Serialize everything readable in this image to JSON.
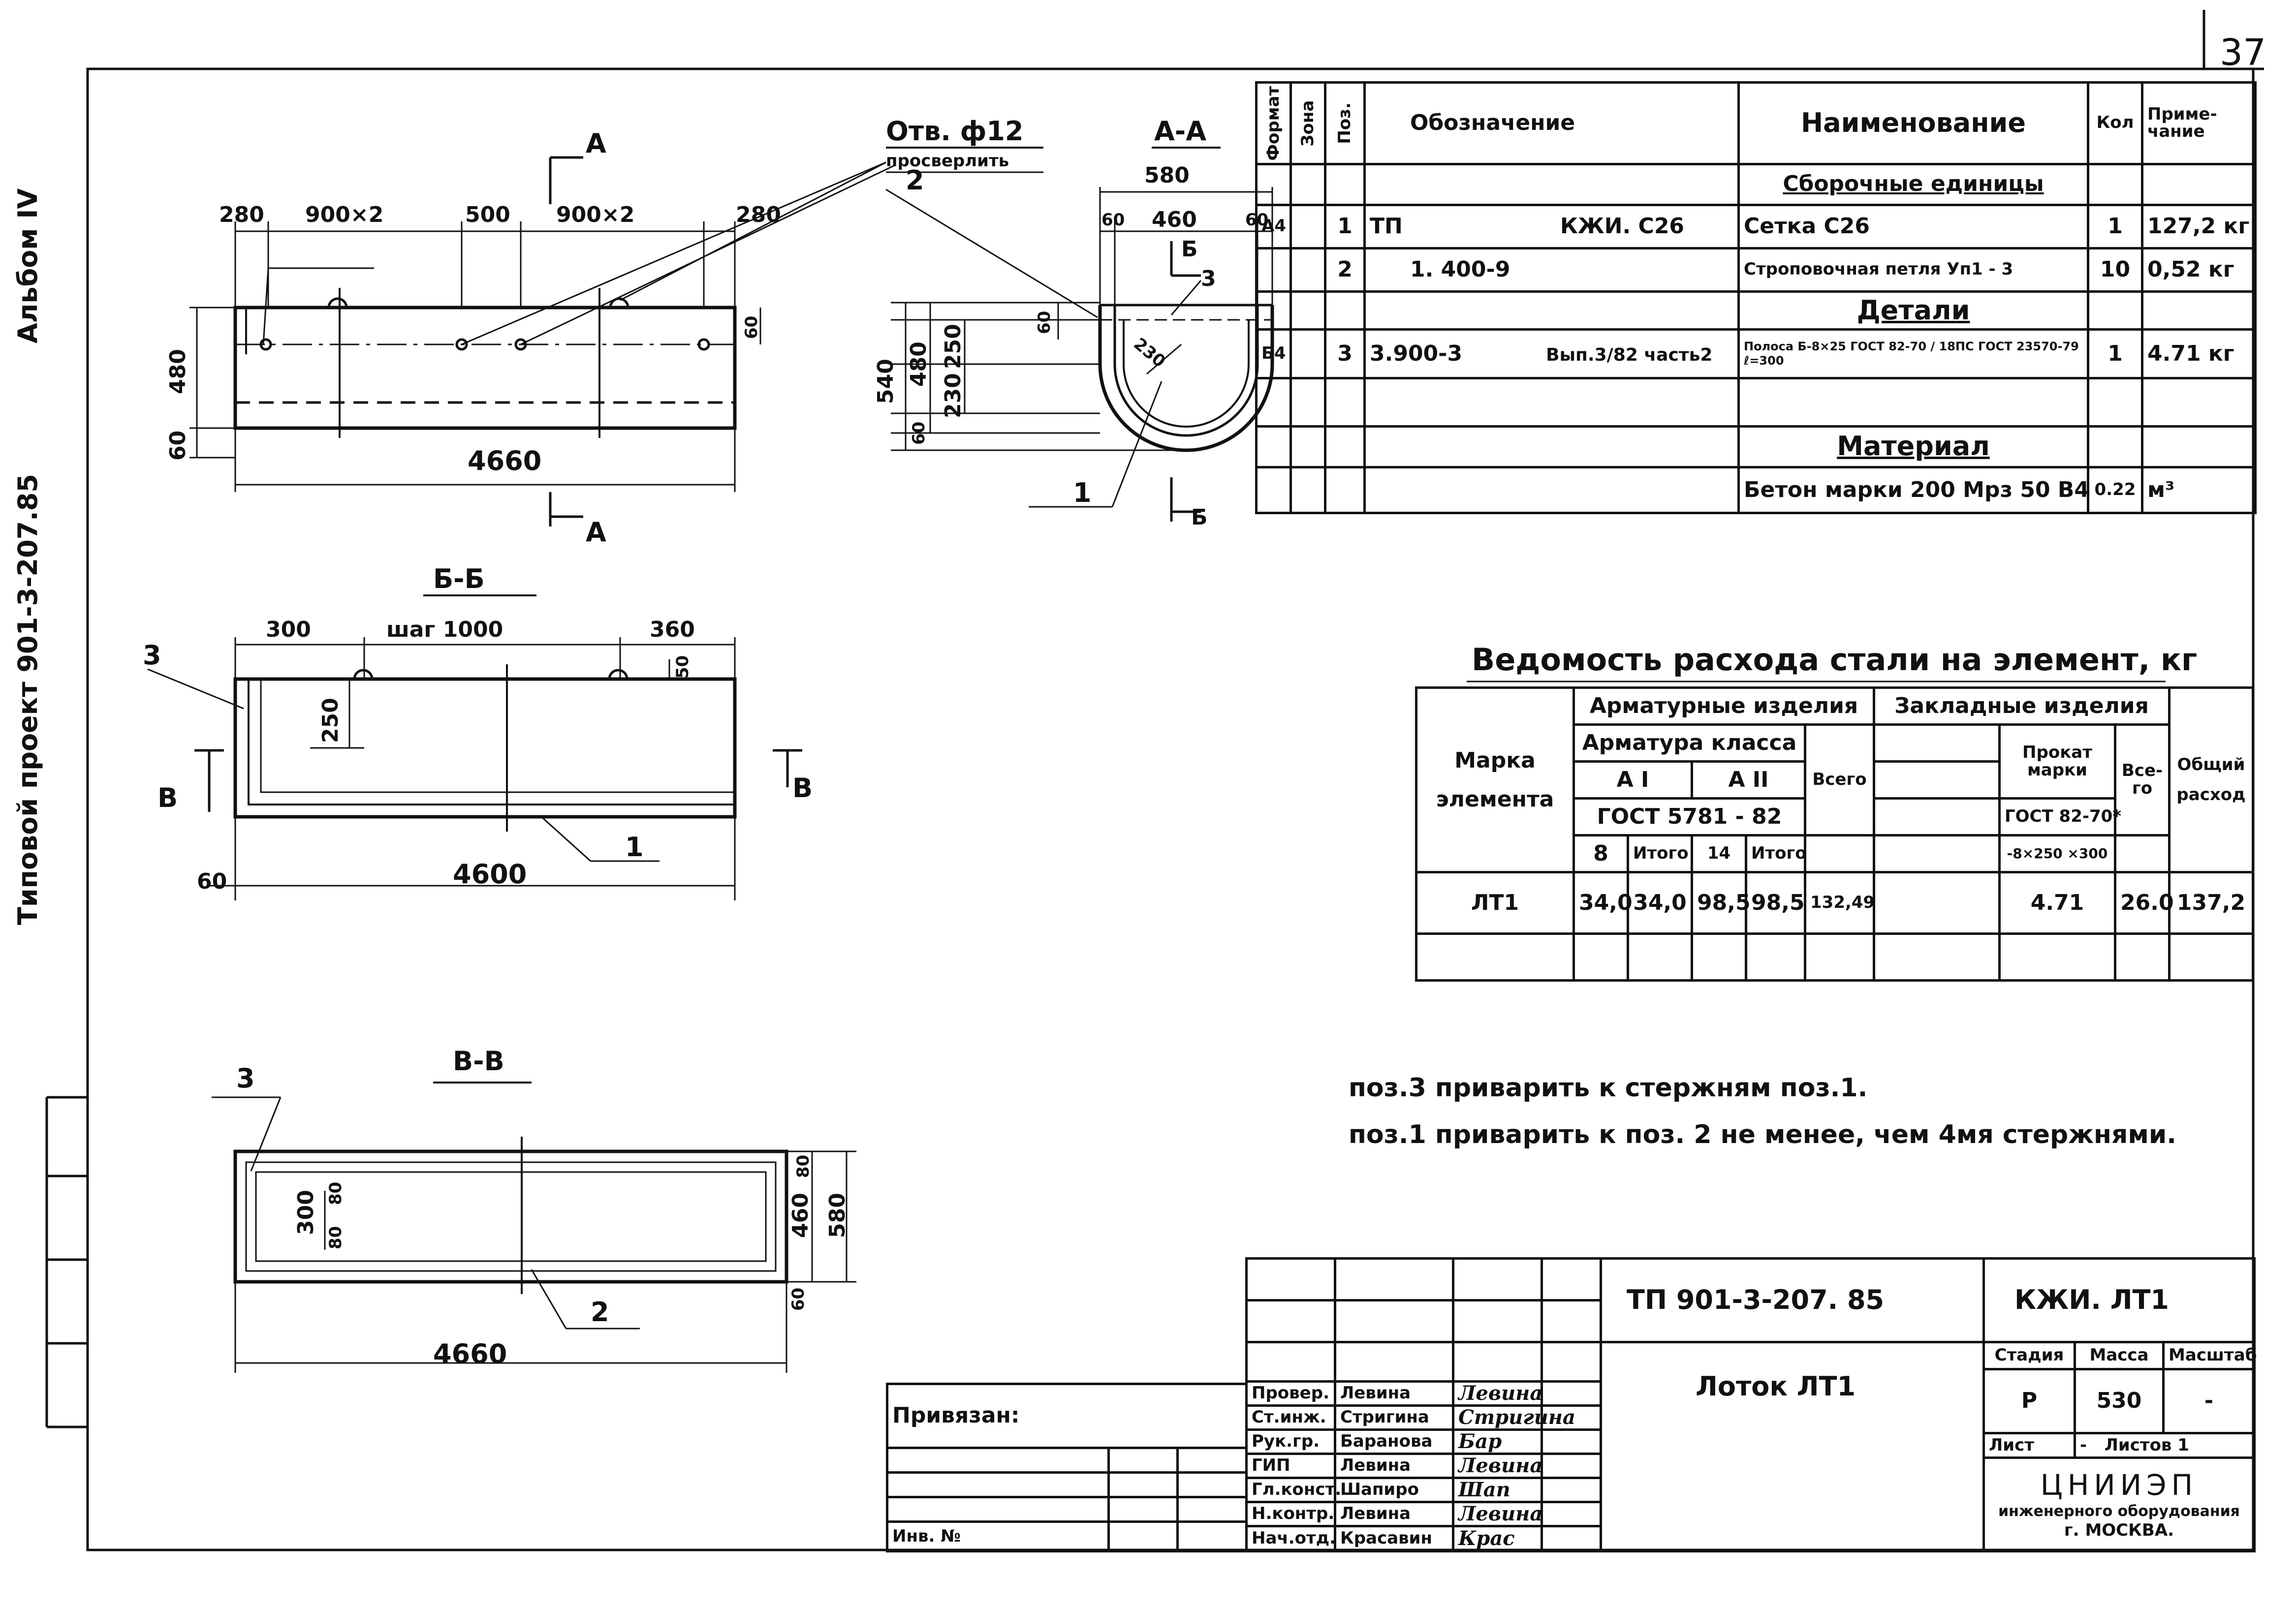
{
  "sheet": {
    "number": "37"
  },
  "side": {
    "album": "Альбом IV",
    "project": "Типовой проект 901-3-207.85"
  },
  "views": {
    "top": {
      "label": "А",
      "dims_top": [
        "280",
        "900×2",
        "500",
        "900×2",
        "280"
      ],
      "dims_left": [
        "480",
        "60"
      ],
      "dim_right": "60",
      "length": "4660",
      "hole_note": "Отв. ф12",
      "hole_note2": "просверлить",
      "callout": "2"
    },
    "aa": {
      "title": "А-А",
      "width": "580",
      "dims_inner": [
        "60",
        "460",
        "60"
      ],
      "dims_left": [
        "540",
        "480",
        "250",
        "230",
        "60"
      ],
      "dim_small": "60",
      "radius": "230",
      "callouts": [
        "1",
        "3"
      ],
      "cut": "Б"
    },
    "bb": {
      "title": "Б-Б",
      "dims_top": [
        "300",
        "шаг 1000",
        "360"
      ],
      "dim_50": "50",
      "dim_250": "250",
      "dim_60": "60",
      "length": "4600",
      "callouts": [
        "3",
        "1"
      ],
      "cut": "В"
    },
    "vv": {
      "title": "В-В",
      "dims_right": [
        "80",
        "460",
        "580",
        "60"
      ],
      "dims_inner": [
        "300",
        "80",
        "80"
      ],
      "length": "4660",
      "callouts": [
        "3",
        "2"
      ]
    }
  },
  "spec": {
    "headers": {
      "format": "Формат",
      "zone": "Зона",
      "pos": "Поз.",
      "designation": "Обозначение",
      "name": "Наименование",
      "qty": "Кол",
      "note": "Приме- чание"
    },
    "sections": {
      "assembly": "Сборочные единицы",
      "details": "Детали",
      "material": "Материал"
    },
    "rows": [
      {
        "format": "А4",
        "pos": "1",
        "designation": "ТП",
        "designation2": "КЖИ. С26",
        "name": "Сетка С26",
        "qty": "1",
        "note": "127,2 кг"
      },
      {
        "format": "",
        "pos": "2",
        "designation": "1. 400-9",
        "designation2": "",
        "name": "Строповочная петля Уп1 - 3",
        "qty": "10",
        "note": "0,52 кг"
      },
      {
        "format": "Б4",
        "pos": "3",
        "designation": "3.900-3",
        "designation2": "Вып.3/82 часть2",
        "name": "Полоса Б-8×25 ГОСТ 82-70 / 18ПС ГОСТ 23570-79 ℓ=300",
        "qty": "1",
        "note": "4.71 кг"
      }
    ],
    "material_row": {
      "name": "Бетон марки 200 Мрз 50 В4",
      "qty": "0.22",
      "note": "м³"
    }
  },
  "steel": {
    "title": "Ведомость расхода стали на элемент, кг",
    "h_mark": "Марка элемента",
    "h_rebar": "Арматурные изделия",
    "h_embed": "Закладные изделия",
    "h_class": "Арматура класса",
    "h_ai": "А I",
    "h_aii": "А II",
    "h_gost": "ГОСТ 5781 - 82",
    "h_total": "Всего",
    "h_prokat": "Прокат марки",
    "h_gost2": "ГОСТ 82-70*",
    "h_strip": "-8×250 ×300",
    "h_vse": "Все- го",
    "h_common": "Общий расход",
    "h_8": "8",
    "h_itogo": "Итого",
    "h_14": "14",
    "h_itogo2": "Итого",
    "row": {
      "mark": "ЛТ1",
      "v8": "34,0",
      "itogo1": "34,0",
      "v14": "98,5",
      "itogo2": "98,5",
      "total": "132,49",
      "strip": "4.71",
      "vsego": "26.0",
      "common": "137,2"
    }
  },
  "notes": [
    "поз.3 приварить к стержням поз.1.",
    "поз.1 приварить к поз. 2 не менее, чем 4мя стержнями."
  ],
  "stamp": {
    "code": "ТП 901-3-207. 85",
    "sheet_code": "КЖИ. ЛТ1",
    "title": "Лоток ЛТ1",
    "stage_h": "Стадия",
    "mass_h": "Масса",
    "scale_h": "Масштаб",
    "stage": "Р",
    "mass": "530",
    "scale": "-",
    "sheet": "Лист",
    "sheet_dash": "-",
    "sheets": "Листов 1",
    "org1": "ЦНИИЭП",
    "org2": "инженерного оборудования",
    "org3": "г. МОСКВА.",
    "tied": "Привязан:",
    "inv": "Инв. №",
    "roles": [
      {
        "role": "Провер.",
        "name": "Левина",
        "sign": "Левина"
      },
      {
        "role": "Ст.инж.",
        "name": "Стригина",
        "sign": "Стригина"
      },
      {
        "role": "Рук.гр.",
        "name": "Баранова",
        "sign": "Бар"
      },
      {
        "role": "ГИП",
        "name": "Левина",
        "sign": "Левина"
      },
      {
        "role": "Гл.конст.",
        "name": "Шапиро",
        "sign": "Шап"
      },
      {
        "role": "Н.контр.",
        "name": "Левина",
        "sign": "Левина"
      },
      {
        "role": "Нач.отд.",
        "name": "Красавин",
        "sign": "Крас"
      }
    ]
  }
}
